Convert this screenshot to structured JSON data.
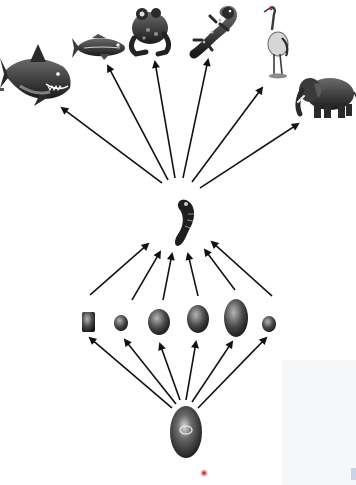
{
  "diagram": {
    "type": "embryology-divergence",
    "top_row": [
      {
        "name": "shark",
        "icon": "shark-icon"
      },
      {
        "name": "fish",
        "icon": "fish-icon"
      },
      {
        "name": "frog",
        "icon": "frog-icon"
      },
      {
        "name": "salamander",
        "icon": "salamander-icon"
      },
      {
        "name": "crane",
        "icon": "crane-icon"
      },
      {
        "name": "elephant",
        "icon": "elephant-icon"
      }
    ],
    "middle": {
      "name": "embryo",
      "icon": "embryo-icon"
    },
    "lower_row": [
      {
        "name": "cell-1",
        "shape": "rect"
      },
      {
        "name": "cell-2",
        "shape": "ellipse"
      },
      {
        "name": "cell-3",
        "shape": "ellipse"
      },
      {
        "name": "cell-4",
        "shape": "ellipse"
      },
      {
        "name": "cell-5",
        "shape": "ellipse"
      },
      {
        "name": "cell-6",
        "shape": "ellipse"
      }
    ],
    "bottom": {
      "name": "zygote",
      "icon": "zygote-icon"
    },
    "colors": {
      "arrow": "#111111",
      "shape_dark": "#1f1f1f",
      "shape_light": "#9a9a9a",
      "accent": "#e0253a"
    }
  }
}
